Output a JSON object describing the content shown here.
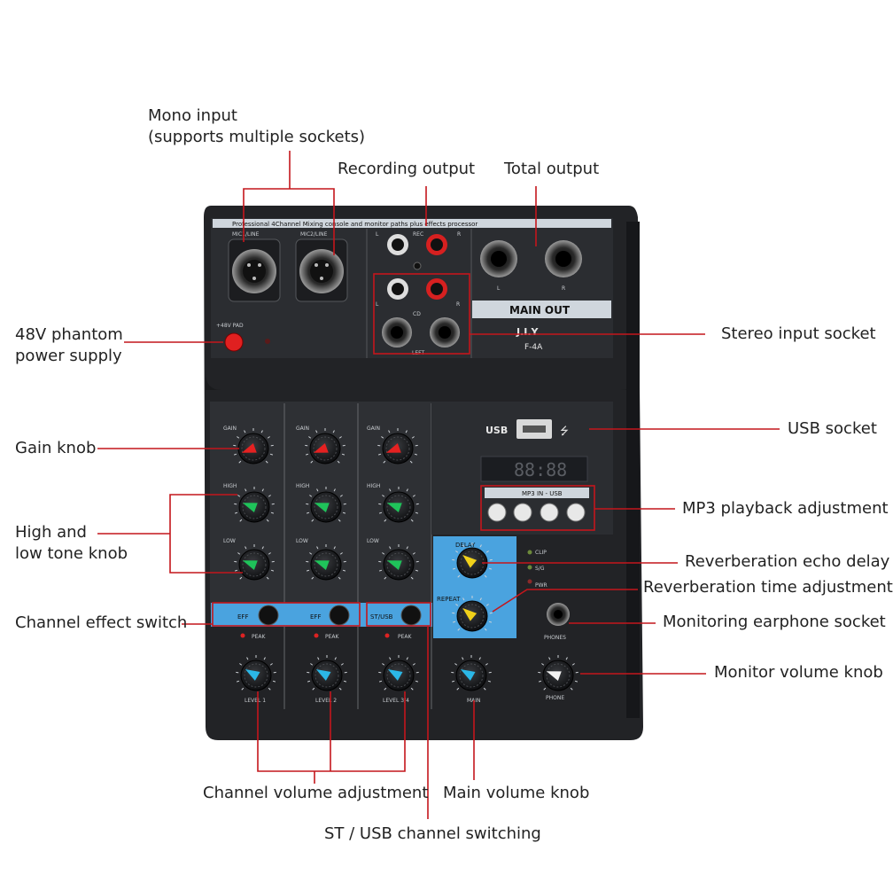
{
  "panel": {
    "top_banner": "Professional 4Channel Mixing console and monitor paths plus effects processor",
    "mic1_label": "MIC1/LINE",
    "mic2_label": "MIC2/LINE",
    "pad_label": "+48V PAD",
    "rec_label": "REC",
    "cd_label": "CD",
    "left_label": "LEFT",
    "left_ch": "L",
    "right_ch": "R",
    "main_out_label": "MAIN OUT",
    "brand": "J.I.Y",
    "model": "F-4A",
    "usb_label": "USB",
    "display_digits": "88:88",
    "mp3_badge": "MP3 IN - USB",
    "gain_label": "GAIN",
    "high_label": "HIGH",
    "low_label": "LOW",
    "eff_label": "EFF",
    "st_usb_label": "ST/USB",
    "peak_label": "PEAK",
    "level1_label": "LEVEL 1",
    "level2_label": "LEVEL 2",
    "level34_label": "LEVEL 3/4",
    "main_label": "MAIN",
    "delay_label": "DELAY",
    "repeat_label": "REPEAT",
    "clip_label": "CLIP",
    "sig_label": "S/G",
    "pwr_label": "PWR",
    "phones_label": "PHONES",
    "phone_label": "PHONE"
  },
  "callouts": {
    "mono_input": "Mono input\n(supports multiple sockets)",
    "recording_output": "Recording output",
    "total_output": "Total output",
    "phantom_power": "48V phantom\npower supply",
    "stereo_input": "Stereo input socket",
    "usb_socket": "USB socket",
    "gain_knob": "Gain knob",
    "mp3_playback": "MP3 playback adjustment",
    "tone_knob": "High and\nlow tone knob",
    "reverb_delay": "Reverberation echo delay",
    "reverb_time": "Reverberation time adjustment",
    "effect_switch": "Channel effect switch",
    "earphone_socket": "Monitoring earphone socket",
    "monitor_volume": "Monitor volume knob",
    "channel_volume": "Channel volume adjustment",
    "main_volume": "Main volume knob",
    "st_usb_switching": "ST / USB channel switching"
  },
  "colors": {
    "body": "#222326",
    "panel": "#2e3034",
    "accent_blue": "#4aa3df",
    "callout_line": "#c4161c",
    "knob_red": "#e52121",
    "knob_green": "#1fc35a",
    "knob_cyan": "#2bb7e6",
    "knob_yellow": "#f2d21a"
  }
}
